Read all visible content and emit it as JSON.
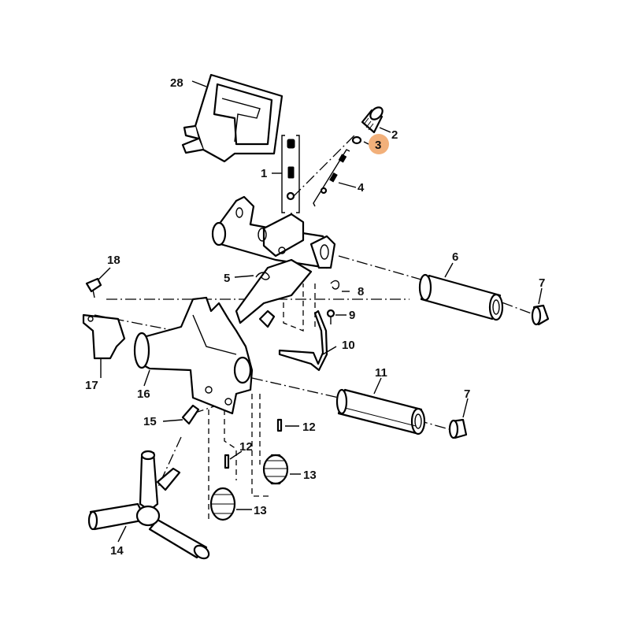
{
  "callouts": {
    "c1": "1",
    "c2": "2",
    "c3": "3",
    "c4": "4",
    "c5": "5",
    "c6": "6",
    "c7a": "7",
    "c7b": "7",
    "c8": "8",
    "c9": "9",
    "c10": "10",
    "c11": "11",
    "c12a": "12",
    "c12b": "12",
    "c13a": "13",
    "c13b": "13",
    "c14": "14",
    "c15": "15",
    "c16": "16",
    "c17": "17",
    "c18": "18",
    "c28": "28"
  },
  "highlight": {
    "callout": "3",
    "color": "#f2b07a"
  }
}
